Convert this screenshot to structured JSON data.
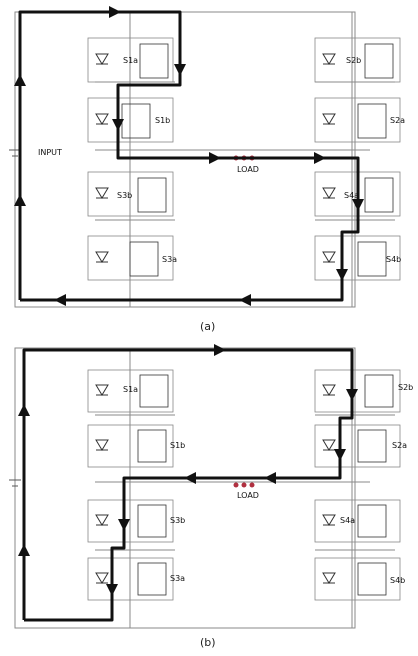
{
  "figures": [
    {
      "id": "a",
      "caption": "(a)",
      "input_label": "INPUT",
      "load_label": "LOAD",
      "switch_labels": {
        "s1a": "S1a",
        "s1b": "S1b",
        "s3b": "S3b",
        "s3a": "S3a",
        "s2b": "S2b",
        "s2a": "S2a",
        "s4a": "S4a",
        "s4b": "S4b"
      },
      "current_path": "Input(+) -> S1a -> S1b -> Load -> S4a -> S4b -> Input(-)"
    },
    {
      "id": "b",
      "caption": "(b)",
      "input_label": "",
      "load_label": "LOAD",
      "switch_labels": {
        "s1a": "S1a",
        "s1b": "S1b",
        "s3b": "S3b",
        "s3a": "S3a",
        "s2b": "S2b",
        "s2a": "S2a",
        "s4a": "S4a",
        "s4b": "S4b"
      },
      "current_path": "Input(+) -> S2b -> S2a -> Load -> S3b -> S3a -> Input(-)"
    }
  ],
  "colors": {
    "wire": "#8a8a8a",
    "path": "#111111",
    "load": "#b03040"
  },
  "icon_names": [
    "igbt-icon",
    "diode-icon",
    "dc-source-icon",
    "load-icon",
    "arrow-icon"
  ]
}
